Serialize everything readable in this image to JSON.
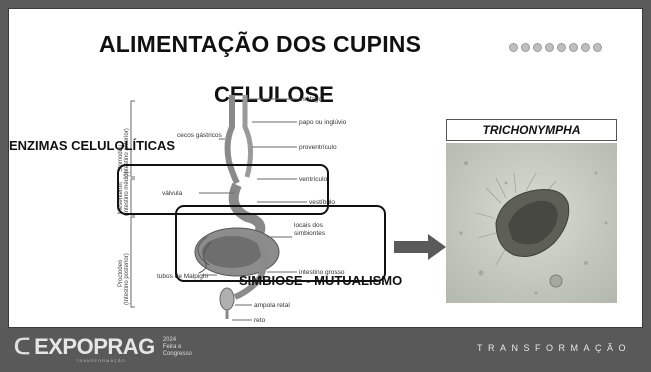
{
  "slide": {
    "title": "ALIMENTAÇÃO DOS CUPINS",
    "subtitle": "CELULOSE",
    "label_enzimas": "ENZIMAS CELULOLÍTICAS",
    "label_simbiose": "SIMBIOSE - MUTUALISMO",
    "photo_caption": "TRICHONYMPHA",
    "diagram_labels": {
      "esofago": "esôfago",
      "papo": "papo ou inglúvio",
      "cecos": "cecos gástricos",
      "proventriculo": "proventrículo",
      "ventriculo": "ventrículo",
      "valvula": "válvula",
      "vestibulo": "vestíbulo",
      "locais": "locais dos",
      "simbiontes": "simbiontes",
      "intestino_grosso": "intestino grosso",
      "tubos": "tubos de Malpighi",
      "ampola": "ampola retal",
      "reto": "reto",
      "stomodeu": "Stomodeu",
      "stomodeu_sub": "(Intestino anterior)",
      "mesenteron": "Mesênteron",
      "mesenteron_sub": "(Intestino médio)",
      "proctodeo": "Proctodeo",
      "proctodeo_sub": "(Intestino posterior)"
    }
  },
  "footer": {
    "logo_text": "EXPOPRAG",
    "logo_year": "2024",
    "logo_line1": "Feira e",
    "logo_line2": "Congresso",
    "logo_sub": "TRANSFORMAÇÃO",
    "tagline": "TRANSFORMAÇÃO"
  },
  "colors": {
    "footer_bg": "#595959",
    "slide_bg": "#ffffff",
    "text": "#111111",
    "arrow": "#5a5a5a"
  }
}
